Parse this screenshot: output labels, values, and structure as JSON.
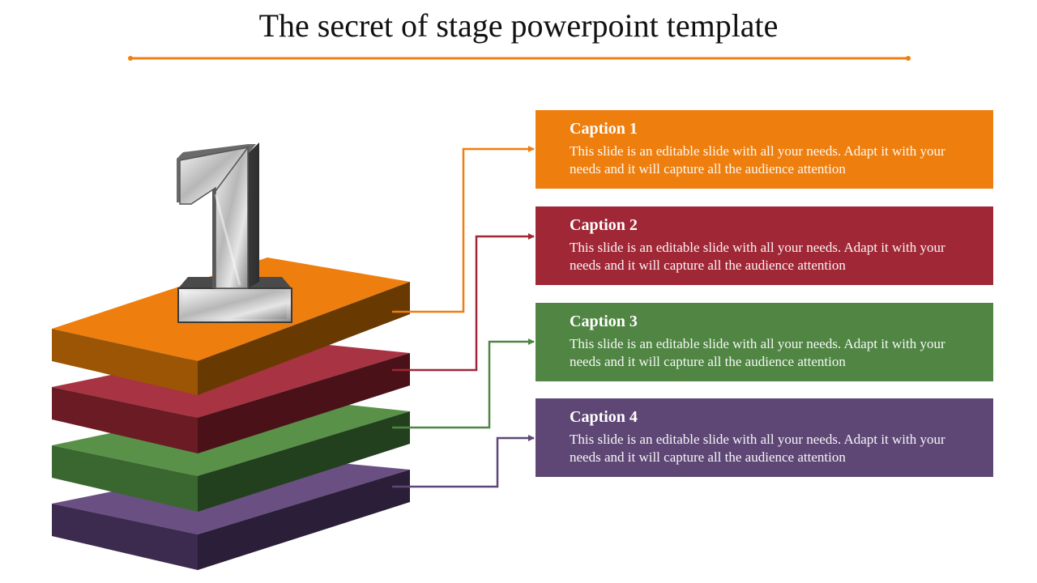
{
  "slide": {
    "title": "The secret of stage powerpoint template",
    "accent_color": "#ee7f10"
  },
  "stage": {
    "badge_number": "1",
    "badge_icon": "silver-number-one-icon"
  },
  "captions": [
    {
      "title": "Caption 1",
      "text": "This slide is an editable slide with all your needs. Adapt it with your needs and it will capture all the audience attention",
      "color": "#ee7f0f"
    },
    {
      "title": "Caption 2",
      "text": "This slide is an editable slide with all your needs. Adapt it with your needs and it will capture all the audience attention",
      "color": "#a02736"
    },
    {
      "title": "Caption 3",
      "text": "This slide is an editable slide with all your needs. Adapt it with your needs and it will capture all the audience attention",
      "color": "#508543"
    },
    {
      "title": "Caption 4",
      "text": "This slide is an editable slide with all your needs. Adapt it with your needs and it will capture all the audience attention",
      "color": "#5f4775"
    }
  ]
}
